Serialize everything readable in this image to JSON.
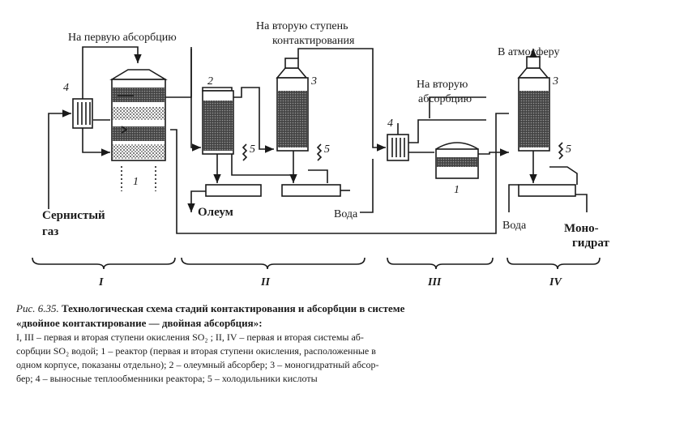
{
  "diagram": {
    "labels": {
      "to_first_absorption": "На первую абсорбцию",
      "to_second_stage_line1": "На вторую ступень",
      "to_second_stage_line2": "контактирования",
      "to_atmosphere": "В атмосферу",
      "to_second_absorption_line1": "На вторую",
      "to_second_absorption_line2": "абсорбцию",
      "sulfur_gas_line1": "Сернистый",
      "sulfur_gas_line2": "газ",
      "oleum": "Олеум",
      "water1": "Вода",
      "water2": "Вода",
      "monohydrate_line1": "Моно-",
      "monohydrate_line2": "гидрат"
    },
    "numbers": {
      "n4_left": "4",
      "n1_reactor": "1",
      "n2": "2",
      "n3_a": "3",
      "n5_a": "5",
      "n5_b": "5",
      "n4_mid": "4",
      "n1_mid": "1",
      "n3_b": "3",
      "n5_c": "5"
    },
    "stages": [
      "I",
      "II",
      "III",
      "IV"
    ]
  },
  "caption": {
    "prefix": "Рис. 6.35.",
    "title_line1": " Технологическая схема стадий контактирования и абсорбции в системе",
    "title_line2": "«двойное контактирование — двойная абсорбция»:",
    "body_line1": "I, III – первая и вторая ступени окисления SO₂ ; II, IV – первая и вторая системы аб-",
    "body_line2": "сорбции SO₂ водой; 1 – реактор (первая и вторая ступени окисления, расположенные в",
    "body_line3": "одном корпусе, показаны отдельно); 2 – олеумный абсорбер; 3 – моногидратный абсор-",
    "body_line4": "бер; 4 – выносные теплообменники реактора; 5 – холодильники кислоты"
  }
}
